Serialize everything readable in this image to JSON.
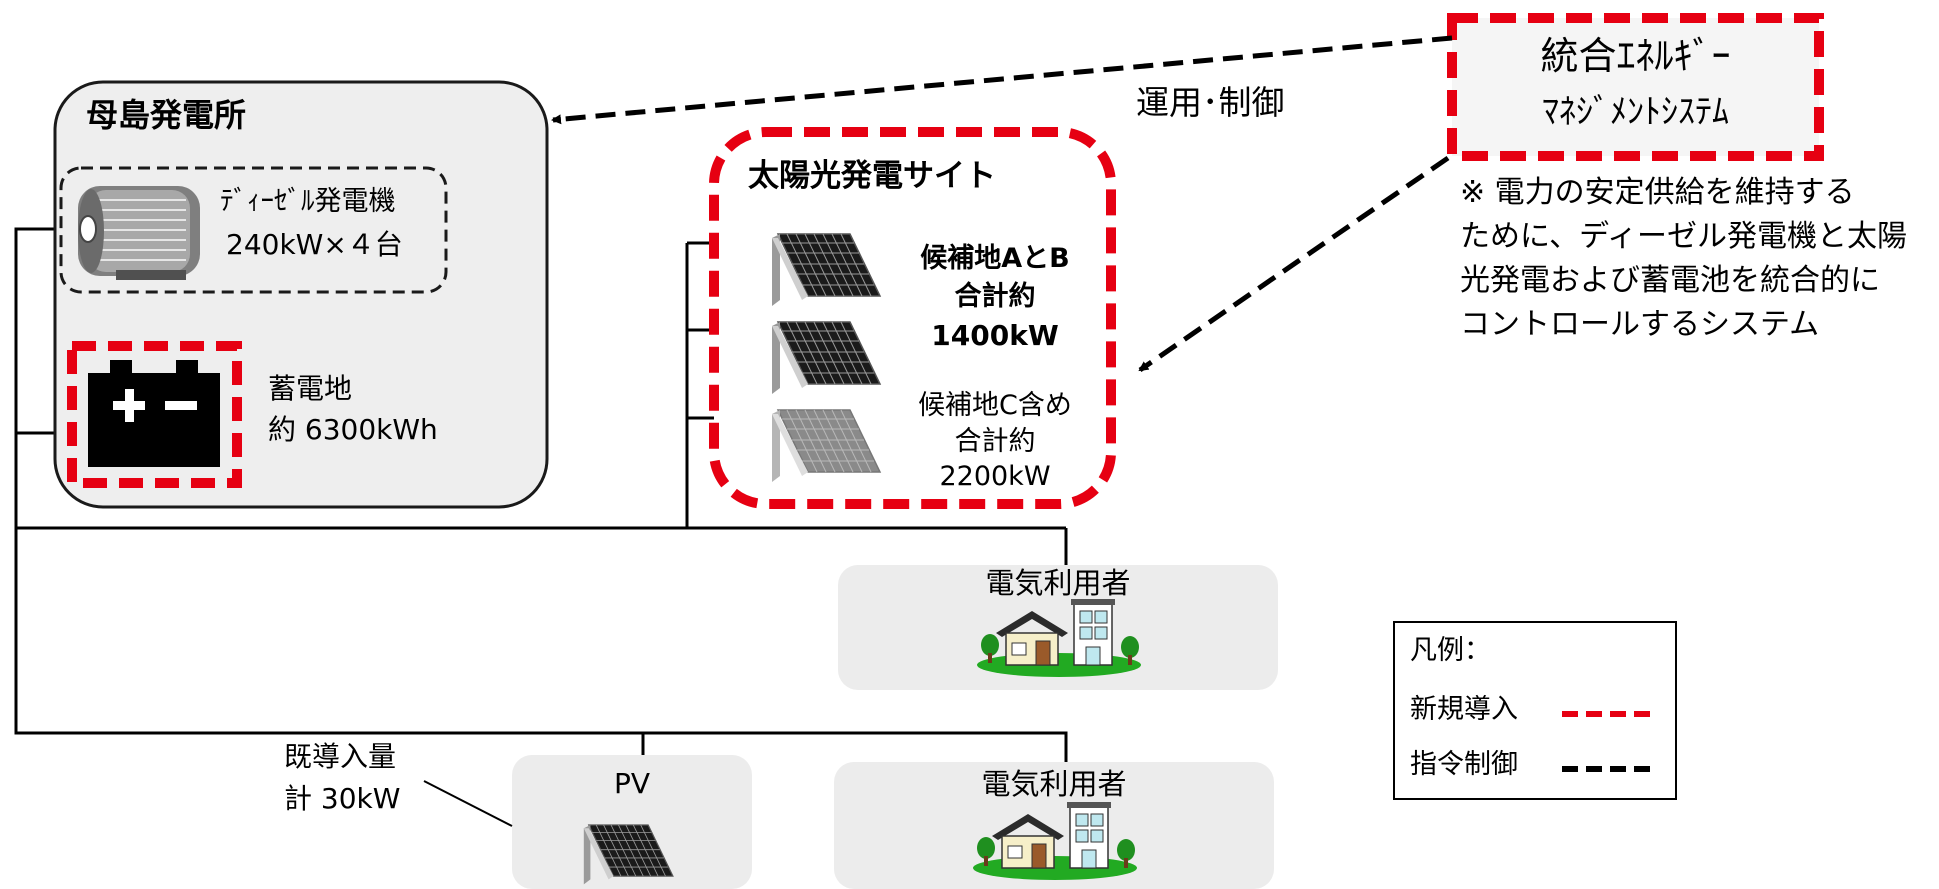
{
  "power_station": {
    "title": "母島発電所"
  },
  "diesel": {
    "name": "ﾃﾞｨｰｾﾞﾙ発電機",
    "capacity": "240kW×４台"
  },
  "battery": {
    "name": "蓄電地",
    "capacity": "約 6300kWh"
  },
  "solar_site": {
    "title": "太陽光発電サイト",
    "ab_line1": "候補地AとB",
    "ab_line2": "合計約",
    "ab_line3": "1400kW",
    "c_line1": "候補地C含め",
    "c_line2": "合計約",
    "c_line3": "2200kW"
  },
  "ems": {
    "line1": "統合ｴﾈﾙｷﾞｰ",
    "line2": "ﾏﾈｼﾞﾒﾝﾄｼｽﾃﾑ"
  },
  "control_label": "運用･制御",
  "note": {
    "line1": "※ 電力の安定供給を維持する",
    "line2": "ために、ディーゼル発電機と太陽",
    "line3": "光発電および蓄電池を統合的に",
    "line4": "コントロールするシステム"
  },
  "consumer_upper": {
    "label": "電気利用者"
  },
  "consumer_lower": {
    "label": "電気利用者"
  },
  "pv": {
    "label": "PV"
  },
  "existing_pv": {
    "line1": "既導入量",
    "line2": "計 30kW"
  },
  "legend": {
    "title": "凡例：",
    "new_label": "新規導入",
    "command_label": "指令制御"
  },
  "colors": {
    "new_intro": "#e60012",
    "command": "#000000",
    "box_fill": "#eeeeee",
    "consumer_fill": "#ececec"
  },
  "icons": [
    "motor-icon",
    "battery-icon",
    "solar-panel-icon",
    "house-icon",
    "building-icon",
    "tree-icon"
  ]
}
